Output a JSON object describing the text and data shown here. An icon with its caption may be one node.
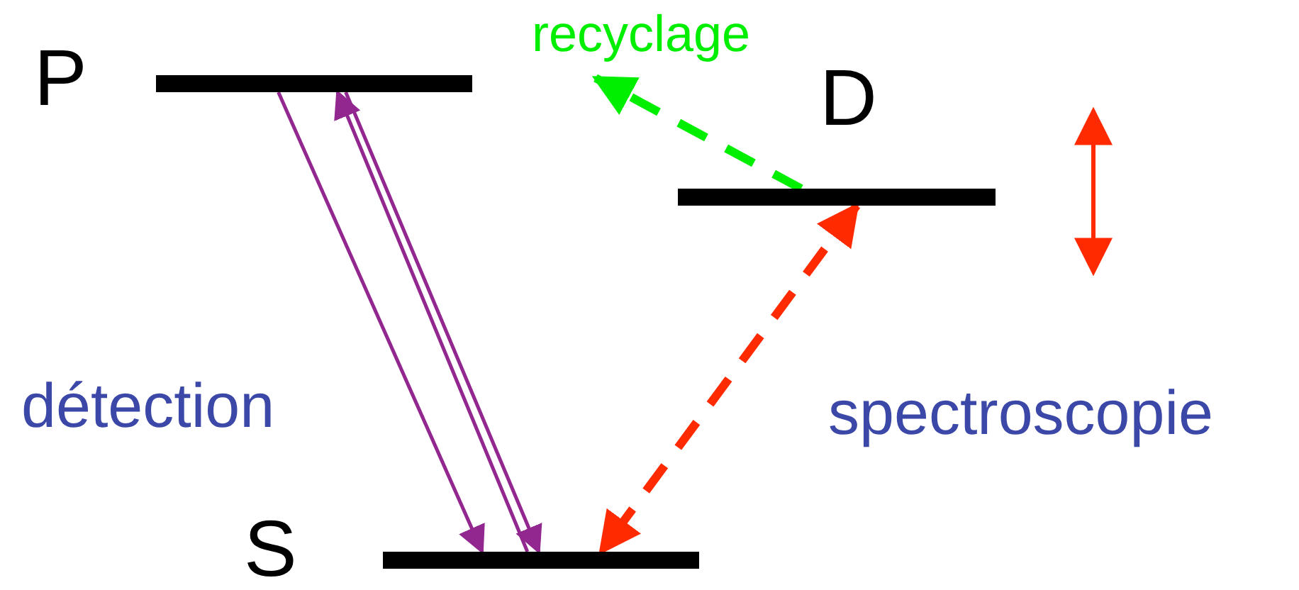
{
  "diagram": {
    "nodes": [
      {
        "text": [
          "P"
        ]
      },
      {
        "text": [
          "D"
        ]
      },
      {
        "text": [
          "S"
        ]
      }
    ],
    "edges": [
      {
        "from": 0,
        "to": 2,
        "arrow": "to"
      },
      {
        "from": 2,
        "to": 0,
        "arrow": "to"
      },
      {
        "from": 0,
        "to": 2,
        "arrow": "to"
      },
      {
        "from": 1,
        "to": 2,
        "arrow": "both",
        "style": "dashed",
        "color": "#ff2a00"
      },
      {
        "from": 1,
        "to": null,
        "arrow": "to",
        "style": "dashed",
        "color": "#00ee00",
        "label": "recyclage"
      }
    ],
    "labels": [
      "détection",
      "spectroscopie"
    ]
  }
}
